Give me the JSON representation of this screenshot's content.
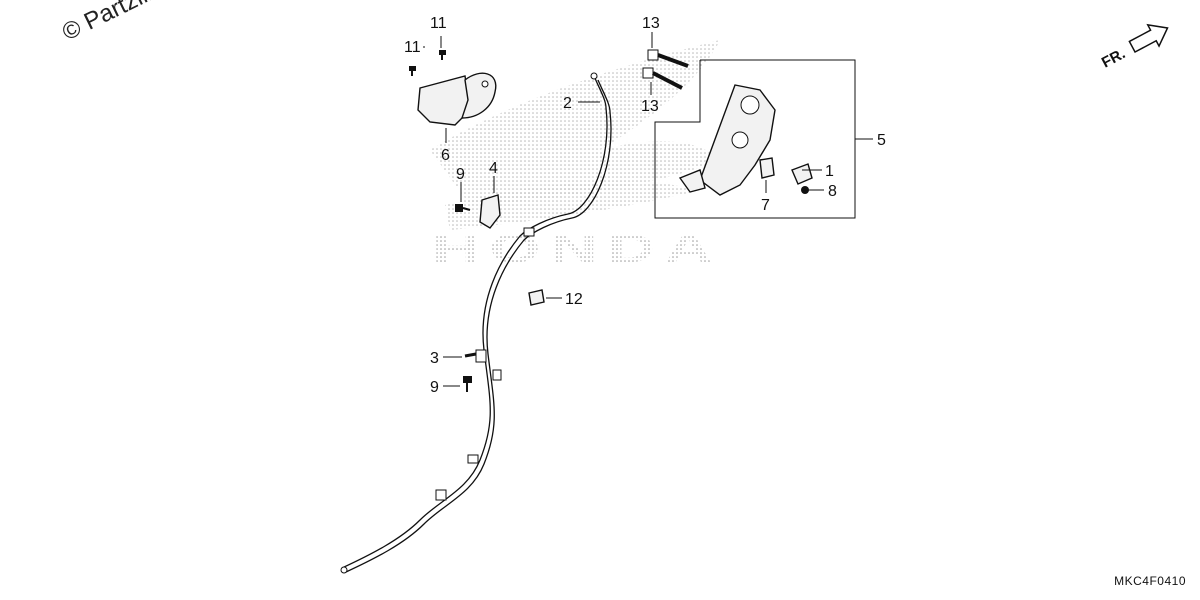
{
  "watermark": "© Partzilla.c",
  "direction_label": "FR.",
  "diagram_code": "MKC4F0410",
  "background_logo": "HONDA",
  "callouts": {
    "c1": "1",
    "c2": "2",
    "c3": "3",
    "c4": "4",
    "c5": "5",
    "c6": "6",
    "c7": "7",
    "c8": "8",
    "c9a": "9",
    "c9b": "9",
    "c11a": "11",
    "c11b": "11",
    "c12": "12",
    "c13a": "13",
    "c13b": "13"
  },
  "colors": {
    "ink": "#111111",
    "halftone": "#bdbdbd",
    "background": "#ffffff"
  }
}
